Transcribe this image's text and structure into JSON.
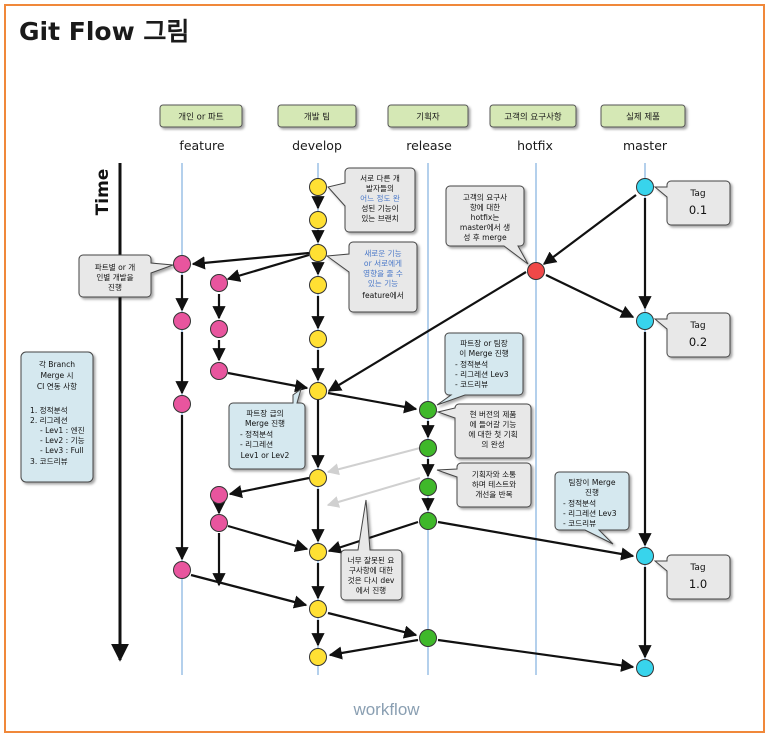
{
  "title": "Git Flow 그림",
  "caption": "workflow",
  "colors": {
    "frame": "#f0883a",
    "feature_commit": "#e8559e",
    "develop_commit": "#ffe033",
    "release_commit": "#3fb82a",
    "hotfix_commit": "#f04848",
    "master_commit": "#38d4ec",
    "lane_line": "#6aa2d8",
    "role_header": "#d5e8b5"
  },
  "roles": [
    "개인 or 파트",
    "개발 팀",
    "기획자",
    "고객의 요구사항",
    "실제 제품"
  ],
  "branches": [
    "feature",
    "develop",
    "release",
    "hotfix",
    "master"
  ],
  "time_label": "Time",
  "notes": {
    "develop_top": [
      "서로 다른 개",
      "발자들의",
      "어느 정도 완",
      "성된 기능이",
      "있는 브랜치"
    ],
    "develop_mid": [
      "새로운 기능",
      "or 서로에게",
      "영향을 줄 수",
      "있는 기능",
      "feature에서"
    ],
    "feature_left": [
      "파트별 or 개",
      "인별 개발을",
      "진행"
    ],
    "hotfix": [
      "고객의 요구사",
      "항에 대한",
      "hotfix는",
      "master에서 생",
      "성 후 merge"
    ],
    "ci_box": [
      "각 Branch",
      "Merge 시",
      "CI 연동 사항",
      "",
      "1. 정적분석",
      "2. 리그레션",
      "- Lev1 : 엔진",
      "- Lev2 : 기능",
      "- Lev3 : Full",
      "3. 코드리뷰"
    ],
    "part_merge": [
      "파트장 급의",
      "Merge 진행",
      "- 정적분석",
      "- 리그레션",
      "Lev1 or Lev2"
    ],
    "release_merge": [
      "파트장 or 팀장",
      "이 Merge 진행",
      "- 정적분석",
      "- 리그레션 Lev3",
      "- 코드리뷰"
    ],
    "release_current": [
      "현 버전의 제품",
      "에 들어갈 기능",
      "에 대한 첫 기획",
      "의 완성"
    ],
    "release_test": [
      "기획자와 소통",
      "하며 테스트와",
      "개선을 반복"
    ],
    "team_merge": [
      "팀장이 Merge",
      "진행",
      "- 정적분석",
      "- 리그레션 Lev3",
      "- 코드리뷰"
    ],
    "wrong_req": [
      "너무 잘못된 요",
      "구사항에 대한",
      "것은 다시 dev",
      "에서 진행"
    ]
  },
  "tags": [
    {
      "label": "Tag",
      "version": "0.1"
    },
    {
      "label": "Tag",
      "version": "0.2"
    },
    {
      "label": "Tag",
      "version": "1.0"
    }
  ]
}
